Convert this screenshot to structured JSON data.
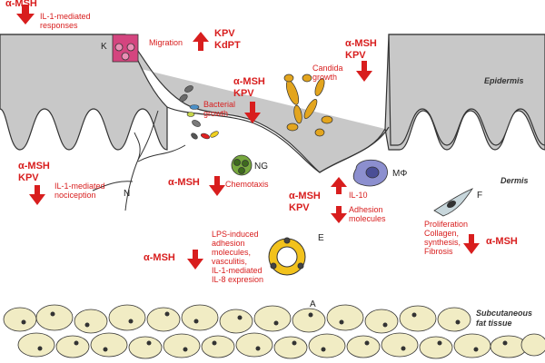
{
  "regions": {
    "epidermis": "Epidermis",
    "dermis": "Dermis",
    "subcutaneous": "Subcutaneous\nfat tissue"
  },
  "cells": {
    "k": "K",
    "ng": "NG",
    "macrophage": "MΦ",
    "fibroblast": "F",
    "nerve": "N",
    "endothelium": "E",
    "adipocyte": "A"
  },
  "molecules": {
    "amsh_top": "α-MSH",
    "kpv_kdpt": "KPV\nKdPT",
    "amsh_kpv_candida": "α-MSH\nKPV",
    "amsh_kpv_bacterial": "α-MSH\nKPV",
    "amsh_kpv_nociception": "α-MSH\nKPV",
    "amsh_chemotaxis": "α-MSH",
    "amsh_kpv_il10": "α-MSH\nKPV",
    "amsh_lps": "α-MSH",
    "amsh_fibrosis": "α-MSH"
  },
  "effects": {
    "il1_responses": "IL-1-mediated\nresponses",
    "migration": "Migration",
    "candida": "Candida\ngrowth",
    "bacterial": "Bacterial\ngrowth",
    "nociception": "IL-1-mediated\nnociception",
    "chemotaxis": "Chemotaxis",
    "il10": "IL-10",
    "adhesion": "Adhesion\nmolecules",
    "lps": "LPS-induced\nadhesion\nmolecules,\nvasculitis,\nIL-1-mediated\nIL-8 expresion",
    "proliferation": "Proliferation\nCollagen,\nsynthesis,\nFibrosis"
  },
  "colors": {
    "arrow": "#d81e1e",
    "text_red": "#d81e1e",
    "epidermis": "#c8c8c8",
    "fat": "#f1ecc4",
    "keratinocyte": "#d4457f",
    "candida": "#e3a51e",
    "endothelium": "#f2c21c",
    "macrophage": "#8c8fcf",
    "neutrophil": "#77a83f",
    "fibroblast": "#c8d7dc"
  }
}
